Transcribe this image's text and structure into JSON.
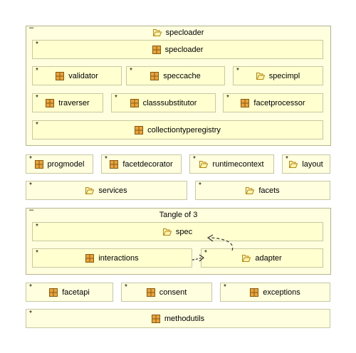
{
  "marker": "*",
  "collapse_marker": "–",
  "colors": {
    "box_fill": "#ffffe0",
    "node_fill": "#ffffd0",
    "border": "#c8c8a0",
    "icon": "#b8860b",
    "arrow": "#333333"
  },
  "specloader": {
    "title": "specloader",
    "icon": "package-folder-icon",
    "root": {
      "label": "specloader",
      "icon": "class-icon"
    },
    "validator": {
      "label": "validator",
      "icon": "class-icon"
    },
    "speccache": {
      "label": "speccache",
      "icon": "class-icon"
    },
    "specimpl": {
      "label": "specimpl",
      "icon": "package-folder-icon"
    },
    "traverser": {
      "label": "traverser",
      "icon": "class-icon"
    },
    "classsubstitutor": {
      "label": "classsubstitutor",
      "icon": "class-icon"
    },
    "facetprocessor": {
      "label": "facetprocessor",
      "icon": "class-icon"
    },
    "collectiontyperegistry": {
      "label": "collectiontyperegistry",
      "icon": "class-icon"
    }
  },
  "row2": {
    "progmodel": {
      "label": "progmodel",
      "icon": "class-icon"
    },
    "facetdecorator": {
      "label": "facetdecorator",
      "icon": "class-icon"
    },
    "runtimecontext": {
      "label": "runtimecontext",
      "icon": "package-folder-icon"
    },
    "layout": {
      "label": "layout",
      "icon": "package-folder-icon"
    }
  },
  "row3": {
    "services": {
      "label": "services",
      "icon": "package-folder-icon"
    },
    "facets": {
      "label": "facets",
      "icon": "package-folder-icon"
    }
  },
  "tangle": {
    "title": "Tangle of 3",
    "spec": {
      "label": "spec",
      "icon": "package-folder-icon"
    },
    "interactions": {
      "label": "interactions",
      "icon": "class-icon"
    },
    "adapter": {
      "label": "adapter",
      "icon": "package-folder-icon"
    }
  },
  "row5": {
    "facetapi": {
      "label": "facetapi",
      "icon": "class-icon"
    },
    "consent": {
      "label": "consent",
      "icon": "class-icon"
    },
    "exceptions": {
      "label": "exceptions",
      "icon": "class-icon"
    }
  },
  "row6": {
    "methodutils": {
      "label": "methodutils",
      "icon": "class-icon"
    }
  }
}
